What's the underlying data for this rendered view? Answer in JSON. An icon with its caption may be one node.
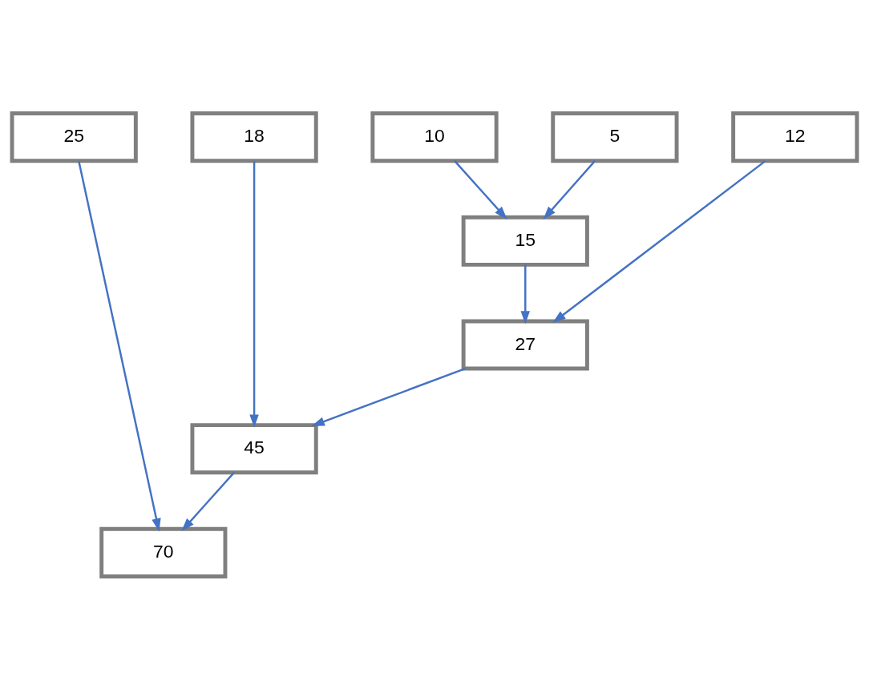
{
  "diagram": {
    "nodes": [
      {
        "text": [
          "5"
        ]
      },
      {
        "text": [
          "10"
        ]
      },
      {
        "text": [
          "12"
        ]
      },
      {
        "text": [
          "18"
        ]
      },
      {
        "text": [
          "25"
        ]
      },
      {
        "text": [
          "15"
        ]
      },
      {
        "text": [
          "27"
        ]
      },
      {
        "text": [
          "45"
        ]
      },
      {
        "text": [
          "70"
        ]
      }
    ],
    "edges": [
      {
        "from": 0,
        "to": 5,
        "arrow": "to"
      },
      {
        "from": 1,
        "to": 5,
        "arrow": "to"
      },
      {
        "from": 5,
        "to": 6,
        "arrow": "to"
      },
      {
        "from": 2,
        "to": 6,
        "arrow": "to"
      },
      {
        "from": 6,
        "to": 7,
        "arrow": "to"
      },
      {
        "from": 3,
        "to": 7,
        "arrow": "to"
      },
      {
        "from": 7,
        "to": 8,
        "arrow": "to"
      },
      {
        "from": 4,
        "to": 8,
        "arrow": "to"
      }
    ]
  }
}
